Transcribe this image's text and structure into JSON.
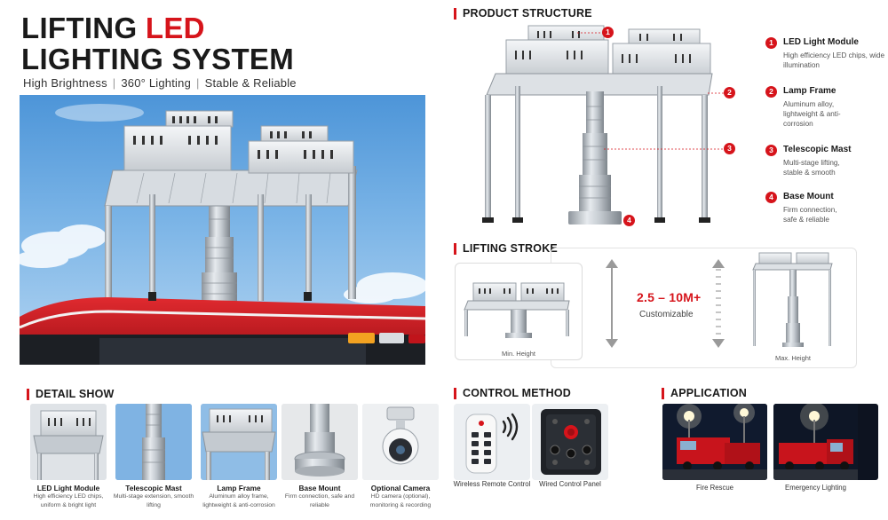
{
  "header": {
    "title_line1_a": "LIFTING ",
    "title_line1_b": "LED",
    "title_line2": "LIGHTING SYSTEM",
    "features": [
      "High Brightness",
      "360° Lighting",
      "Stable & Reliable"
    ],
    "separator": "|"
  },
  "structure": {
    "heading": "PRODUCT STRUCTURE",
    "parts": [
      {
        "num": "1",
        "title": "LED Light Module",
        "desc": "High efficiency LED chips, wide illumination"
      },
      {
        "num": "2",
        "title": "Lamp Frame",
        "desc": "Aluminum alloy, lightweight & anti-corrosion"
      },
      {
        "num": "3",
        "title": "Telescopic Mast",
        "desc": "Multi-stage lifting, stable & smooth"
      },
      {
        "num": "4",
        "title": "Base Mount",
        "desc": "Firm connection, safe & reliable"
      }
    ]
  },
  "stroke": {
    "heading": "LIFTING STROKE",
    "range": "2.5 – 10M+",
    "note": "Customizable",
    "min_label": "Min. Height",
    "max_label": "Max. Height"
  },
  "detail": {
    "heading": "DETAIL SHOW",
    "items": [
      {
        "title": "LED Light Module",
        "desc": "High efficiency LED chips, uniform & bright light"
      },
      {
        "title": "Telescopic Mast",
        "desc": "Multi-stage extension, smooth lifting"
      },
      {
        "title": "Lamp Frame",
        "desc": "Aluminum alloy frame, lightweight & anti-corrosion"
      },
      {
        "title": "Base Mount",
        "desc": "Firm connection, safe and reliable"
      },
      {
        "title": "Optional Camera",
        "desc": "HD camera (optional), monitoring & recording"
      }
    ]
  },
  "control": {
    "heading": "CONTROL METHOD",
    "items": [
      {
        "label": "Wireless Remote Control"
      },
      {
        "label": "Wired Control Panel"
      }
    ]
  },
  "application": {
    "heading": "APPLICATION",
    "items": [
      {
        "label": "Fire Rescue"
      },
      {
        "label": "Emergency Lighting"
      }
    ]
  },
  "colors": {
    "accent": "#d6141b",
    "dark_text": "#1a1a1a",
    "sky": "#5b9ee0",
    "truck": "#c8141c",
    "aluminum": "#c9ced3"
  }
}
